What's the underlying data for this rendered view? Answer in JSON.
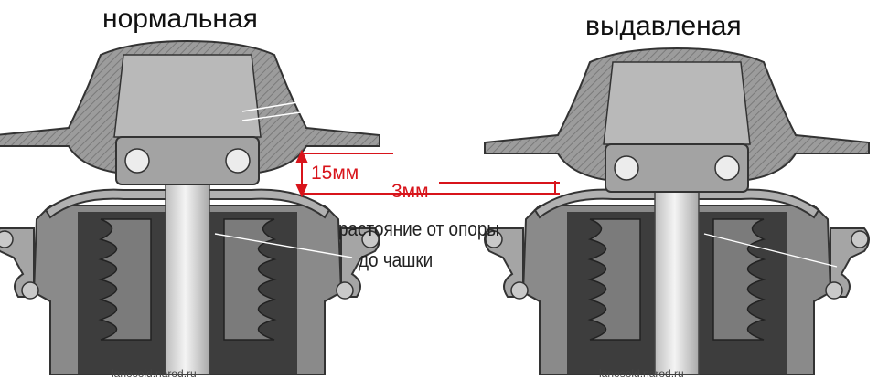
{
  "left_panel": {
    "title": "нормальная",
    "watermark": "lanosold.narod.ru"
  },
  "right_panel": {
    "title": "выдавленая",
    "watermark": "lanosold.narod.ru"
  },
  "annotations": {
    "gap_normal": "15мм",
    "gap_pressed": "3мм",
    "caption_line1": "растояние от опоры",
    "caption_line2": "до чашки"
  },
  "colors": {
    "accent": "#d8141b",
    "metal_dark": "#5c5c5c",
    "metal_mid": "#9a9a9a",
    "metal_light": "#c8c8c8",
    "rubber": "#6e6e6e"
  }
}
